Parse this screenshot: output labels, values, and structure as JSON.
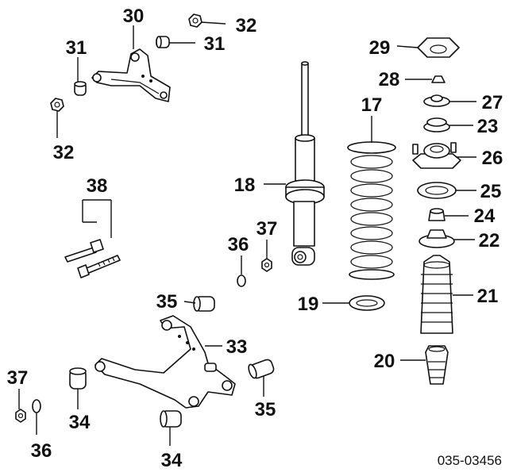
{
  "callouts": {
    "c30": "30",
    "c32a": "32",
    "c31a": "31",
    "c31b": "31",
    "c32b": "32",
    "c38": "38",
    "c18": "18",
    "c37a": "37",
    "c36a": "36",
    "c17": "17",
    "c29": "29",
    "c28": "28",
    "c27": "27",
    "c23": "23",
    "c26": "26",
    "c25": "25",
    "c24": "24",
    "c22": "22",
    "c21": "21",
    "c19": "19",
    "c20": "20",
    "c35a": "35",
    "c33": "33",
    "c37b": "37",
    "c36b": "36",
    "c34a": "34",
    "c34b": "34",
    "c35b": "35"
  },
  "diagram_code": "035-03456"
}
